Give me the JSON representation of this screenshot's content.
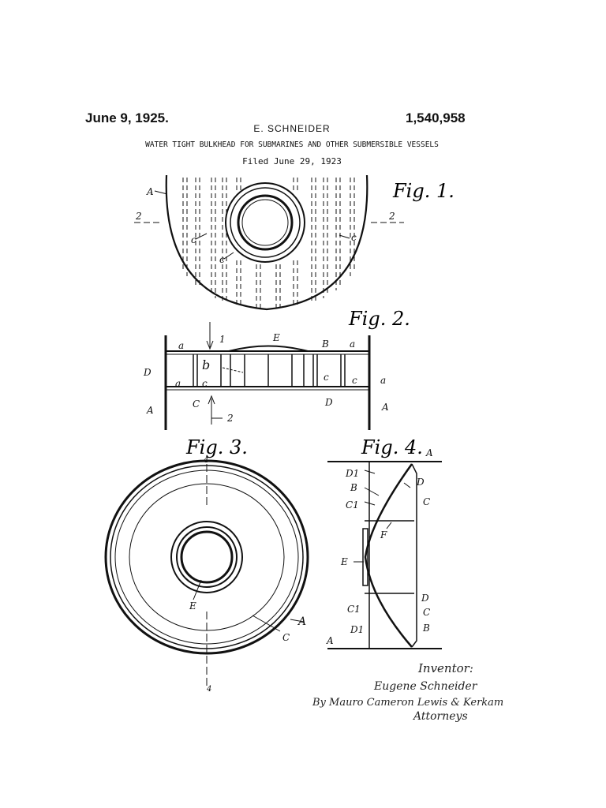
{
  "header": {
    "date": "June 9, 1925.",
    "patent_number": "1,540,958",
    "inventor": "E. SCHNEIDER",
    "title": "WATER TIGHT BULKHEAD FOR SUBMARINES AND OTHER SUBMERSIBLE VESSELS",
    "filed": "Filed June 29, 1923"
  },
  "figures": {
    "fig1": "Fig. 1.",
    "fig2": "Fig. 2.",
    "fig3": "Fig. 3.",
    "fig4": "Fig. 4."
  },
  "refs": {
    "A": "A",
    "a": "a",
    "B": "B",
    "b": "b",
    "C": "C",
    "c": "c",
    "C1": "C1",
    "D": "D",
    "D1": "D1",
    "E": "E",
    "F": "F",
    "n1": "1",
    "n2": "2",
    "n4": "4"
  },
  "signature": {
    "line1": "Inventor:",
    "line2": "Eugene Schneider",
    "line3": "By Mauro Cameron Lewis & Kerkam",
    "line4": "Attorneys"
  }
}
